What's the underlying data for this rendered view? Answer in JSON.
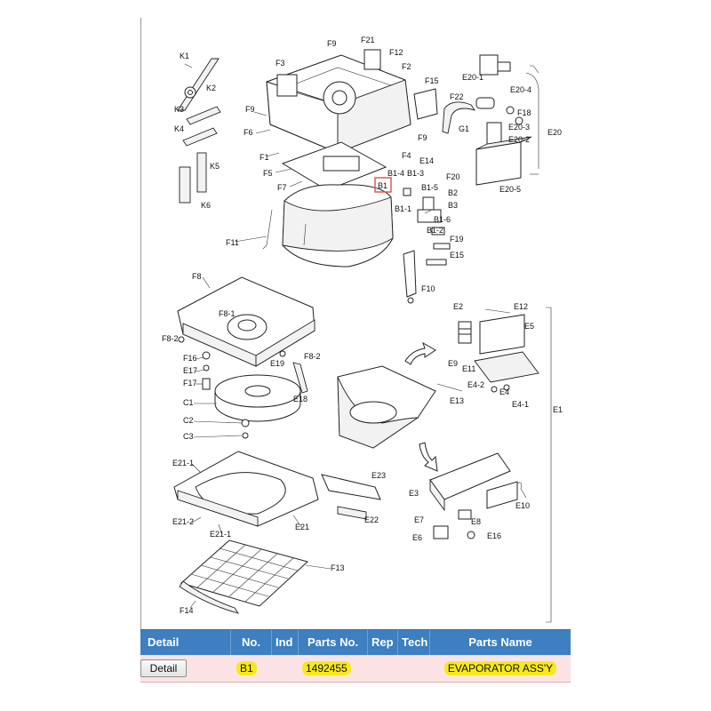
{
  "diagram_labels": {
    "K1": "K1",
    "K2": "K2",
    "K3": "K3",
    "K4": "K4",
    "K5": "K5",
    "K6": "K6",
    "F1": "F1",
    "F2": "F2",
    "F3": "F3",
    "F4": "F4",
    "F5": "F5",
    "F6": "F6",
    "F7": "F7",
    "F8": "F8",
    "F8_1": "F8-1",
    "F8_2a": "F8-2",
    "F8_2b": "F8-2",
    "F9a": "F9",
    "F9b": "F9",
    "F9c": "F9",
    "F10": "F10",
    "F11": "F11",
    "F12": "F12",
    "F13": "F13",
    "F14": "F14",
    "F15": "F15",
    "F16": "F16",
    "F17": "F17",
    "F18": "F18",
    "F19": "F19",
    "F20": "F20",
    "F21": "F21",
    "F22": "F22",
    "G1": "G1",
    "B1": "B1",
    "B1_1": "B1-1",
    "B1_2": "B1-2",
    "B1_3": "B1-3",
    "B1_4": "B1-4",
    "B1_5": "B1-5",
    "B1_6": "B1-6",
    "B2": "B2",
    "B3": "B3",
    "C1": "C1",
    "C2": "C2",
    "C3": "C3",
    "E1": "E1",
    "E2": "E2",
    "E3": "E3",
    "E4": "E4",
    "E4_1": "E4-1",
    "E4_2": "E4-2",
    "E5": "E5",
    "E6": "E6",
    "E7": "E7",
    "E8": "E8",
    "E9": "E9",
    "E10": "E10",
    "E11": "E11",
    "E12": "E12",
    "E13": "E13",
    "E14": "E14",
    "E15": "E15",
    "E16": "E16",
    "E17": "E17",
    "E18": "E18",
    "E19": "E19",
    "E20": "E20",
    "E20_1": "E20-1",
    "E20_2": "E20-2",
    "E20_3": "E20-3",
    "E20_4": "E20-4",
    "E20_5": "E20-5",
    "E21": "E21",
    "E21_1a": "E21-1",
    "E21_1b": "E21-1",
    "E21_2": "E21-2",
    "E22": "E22",
    "E23": "E23"
  },
  "table": {
    "headers": {
      "detail": "Detail",
      "no": "No.",
      "ind": "Ind",
      "parts_no": "Parts No.",
      "rep": "Rep",
      "tech": "Tech",
      "parts_name": "Parts Name"
    },
    "row": {
      "detail_button": "Detail",
      "no": "B1",
      "ind": "",
      "parts_no": "1492455",
      "rep": "",
      "tech": "",
      "parts_name": "EVAPORATOR ASS'Y"
    }
  },
  "colors": {
    "header_bg": "#3d7fc1",
    "row_bg": "#fbe3e3",
    "highlight": "#f7e91a",
    "selection_box": "#e24c4c"
  }
}
